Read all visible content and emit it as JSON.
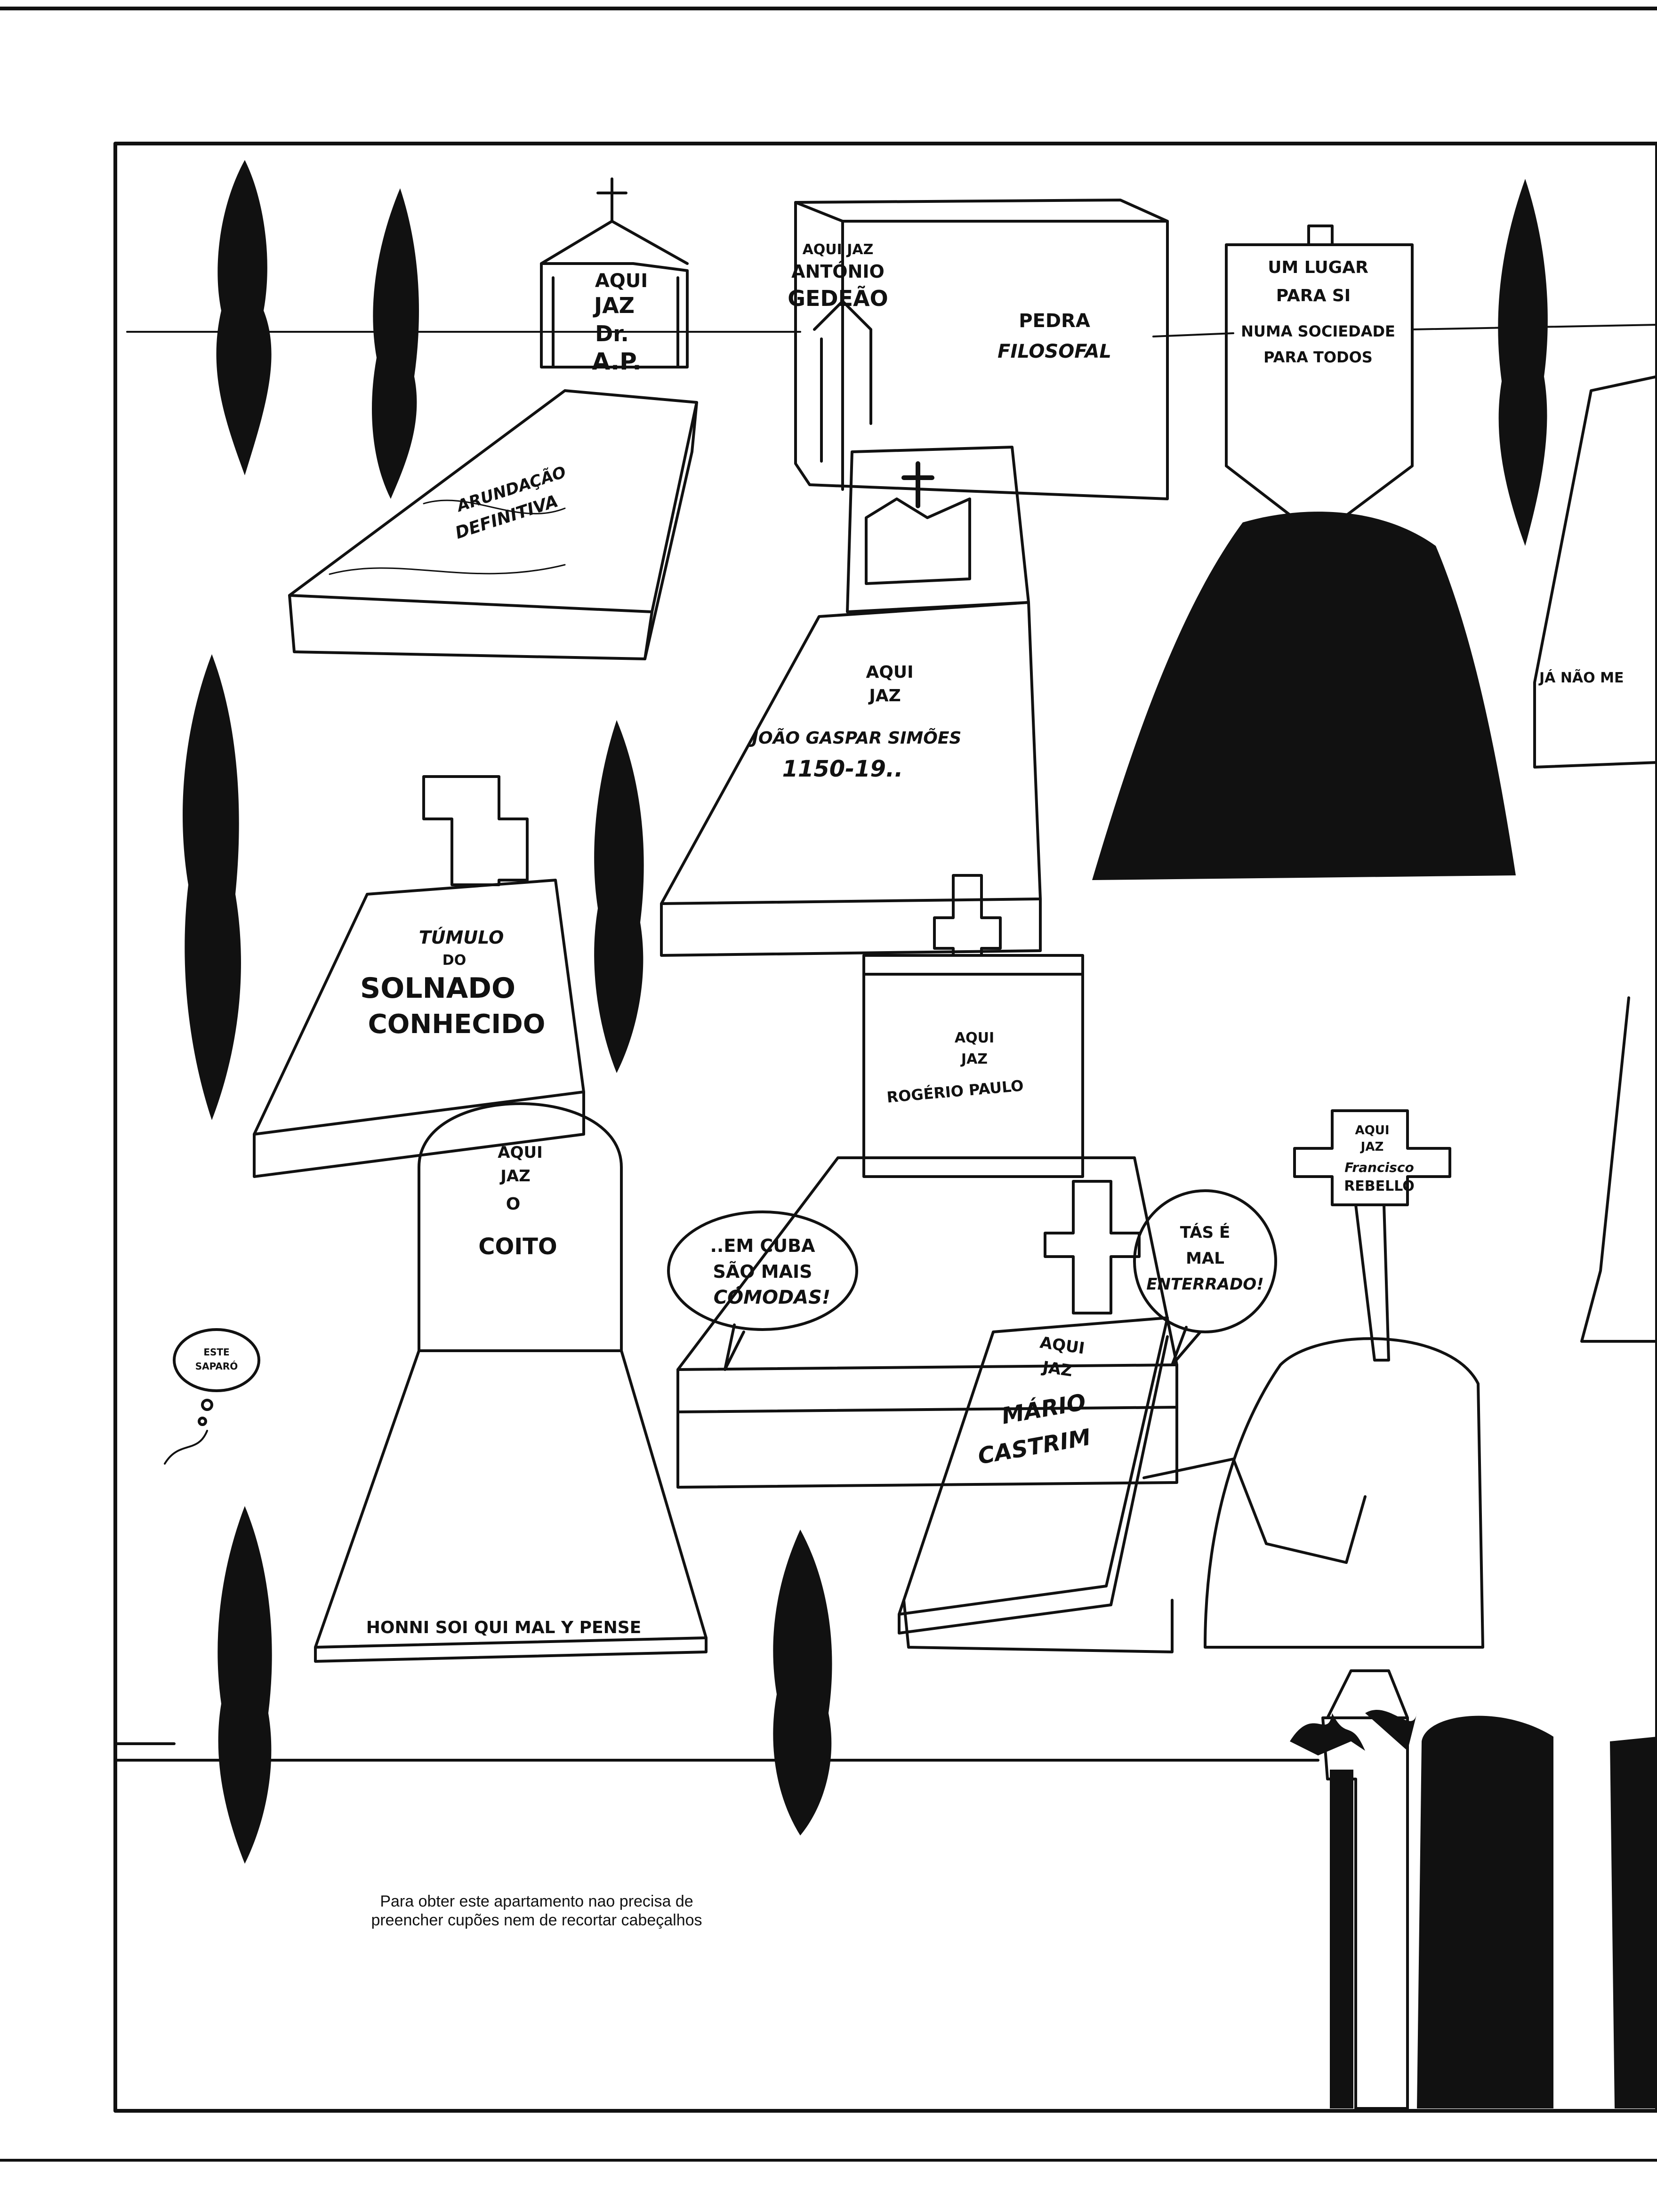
{
  "graves": {
    "ap": {
      "line1": "AQUI",
      "line2": "JAZ",
      "line3": "Dr.",
      "line4": "A.P.",
      "slab_line1": "ARUNDAÇÃO",
      "slab_line2": "DEFINITIVA"
    },
    "gedeao": {
      "line1": "AQUI JAZ",
      "line2": "ANTÓNIO",
      "line3": "GEDEÃO",
      "side_line1": "PEDRA",
      "side_line2": "FILOSOFAL"
    },
    "sign": {
      "line1": "UM LUGAR",
      "line2": "PARA SI",
      "line3": "NUMA SOCIEDADE",
      "line4": "PARA TODOS"
    },
    "simoes": {
      "line1": "AQUI",
      "line2": "JAZ",
      "line3": "JOÃO GASPAR SIMÕES",
      "line4": "1150-19.."
    },
    "solnado": {
      "line1": "TÚMULO",
      "line2": "DO",
      "line3": "SOLNADO",
      "line4": "CONHECIDO"
    },
    "rogerio": {
      "line1": "AQUI",
      "line2": "JAZ",
      "line3": "ROGÉRIO PAULO"
    },
    "coito": {
      "line1": "AQUI",
      "line2": "JAZ",
      "line3": "O",
      "line4": "COITO",
      "base": "HONNI SOI QUI MAL Y PENSE"
    },
    "castrim": {
      "line1": "AQUI",
      "line2": "JAZ",
      "line3": "MÁRIO",
      "line4": "CASTRIM"
    },
    "rebello": {
      "line1": "AQUI",
      "line2": "JAZ",
      "line3": "Francisco",
      "line4": "REBELLO"
    },
    "right_edge": {
      "line1": "JÁ NÃO ME"
    }
  },
  "bubbles": {
    "cuba_line1": "..EM CUBA",
    "cuba_line2": "SÃO MAIS",
    "cuba_line3": "CÓMODAS!",
    "enterrado_line1": "TÁS É",
    "enterrado_line2": "MAL",
    "enterrado_line3": "ENTERRADO!",
    "sapo_line1": "ESTE",
    "sapo_line2": "SAPARÓ"
  },
  "caption": {
    "line1": "Para obter este apartamento nao precisa de",
    "line2": "preencher cupões nem de recortar cabeçalhos"
  }
}
